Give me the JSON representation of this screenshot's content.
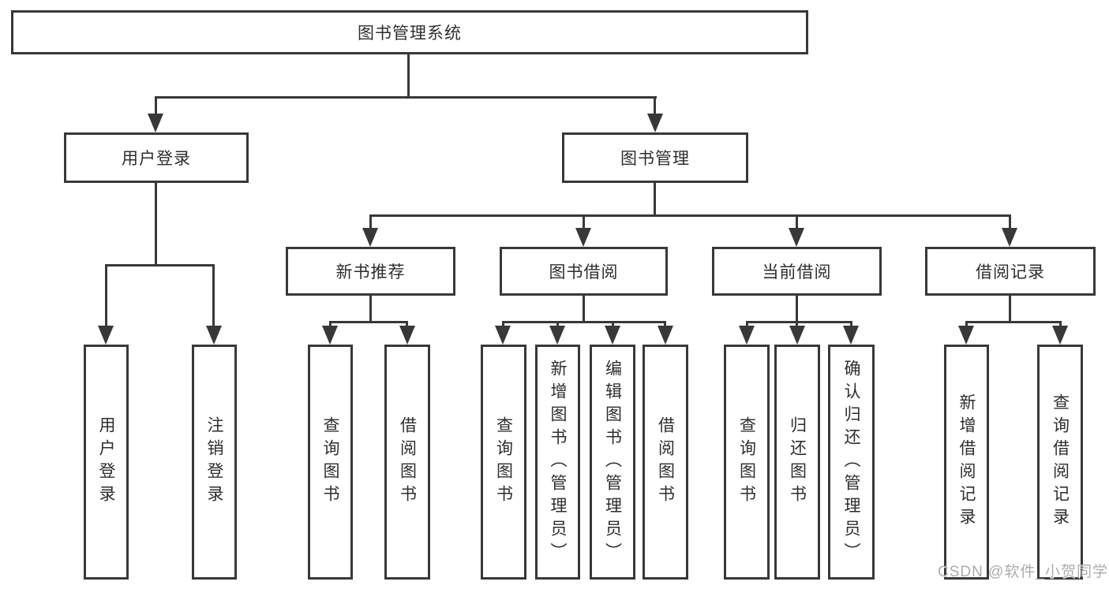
{
  "diagram": {
    "root": {
      "label": "图书管理系统"
    },
    "branches": [
      {
        "label": "用户登录",
        "children": [
          {
            "label": "用户登录"
          },
          {
            "label": "注销登录"
          }
        ]
      },
      {
        "label": "图书管理",
        "children": [
          {
            "label": "新书推荐",
            "children": [
              {
                "label": "查询图书"
              },
              {
                "label": "借阅图书"
              }
            ]
          },
          {
            "label": "图书借阅",
            "children": [
              {
                "label": "查询图书"
              },
              {
                "label": "新增图书（管理员）"
              },
              {
                "label": "编辑图书（管理员）"
              },
              {
                "label": "借阅图书"
              }
            ]
          },
          {
            "label": "当前借阅",
            "children": [
              {
                "label": "查询图书"
              },
              {
                "label": "归还图书"
              },
              {
                "label": "确认归还（管理员）"
              }
            ]
          },
          {
            "label": "借阅记录",
            "children": [
              {
                "label": "新增借阅记录"
              },
              {
                "label": "查询借阅记录"
              }
            ]
          }
        ]
      }
    ]
  },
  "watermark": {
    "text": "CSDN @软件_小贺同学"
  },
  "colors": {
    "line": "#383838",
    "text": "#2e2e2e",
    "background": "#ffffff",
    "watermark": "#a8a8a8"
  }
}
